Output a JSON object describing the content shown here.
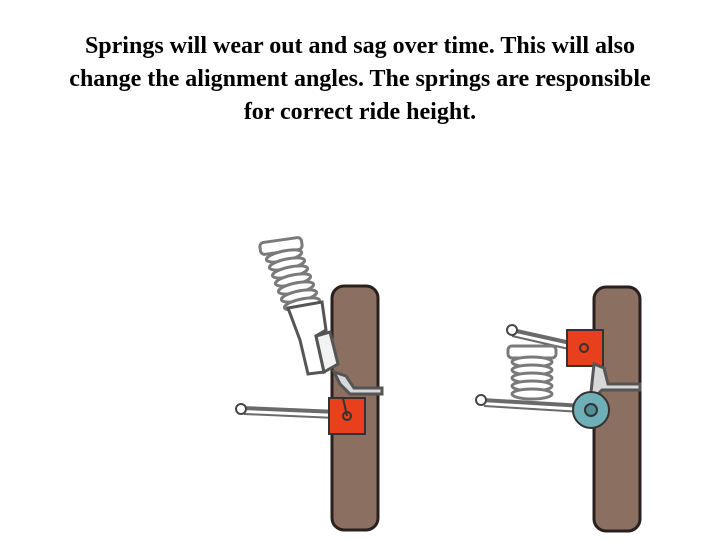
{
  "caption": {
    "line1": "Springs will wear out and sag over time. This will also",
    "line2": "change the alignment angles. The springs are responsible",
    "line3": "for correct ride height."
  },
  "colors": {
    "tire": "#8b6f60",
    "tire_outline": "#2a2020",
    "ball_joint_block": "#e8401c",
    "pivot": "#6fb0b8",
    "arm": "#6a6a6a",
    "spring": "#7a7a7a",
    "strut": "#ffffff"
  },
  "diagrams": {
    "left": {
      "name": "strut-suspension"
    },
    "right": {
      "name": "sla-suspension"
    }
  }
}
